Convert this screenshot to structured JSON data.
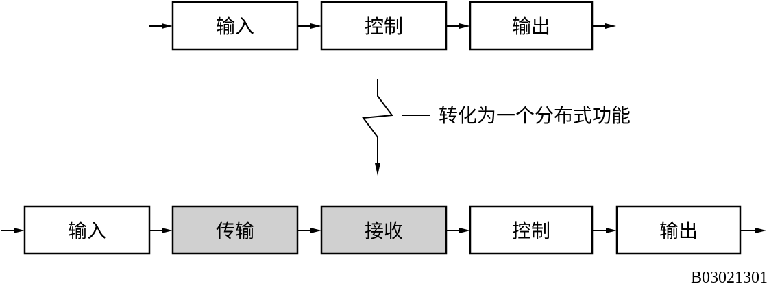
{
  "top_row": {
    "boxes": [
      {
        "label": "输入"
      },
      {
        "label": "控制"
      },
      {
        "label": "输出"
      }
    ]
  },
  "transform": {
    "annotation": "转化为一个分布式功能"
  },
  "bottom_row": {
    "boxes": [
      {
        "label": "输入",
        "highlight": false
      },
      {
        "label": "传输",
        "highlight": true
      },
      {
        "label": "接收",
        "highlight": true
      },
      {
        "label": "控制",
        "highlight": false
      },
      {
        "label": "输出",
        "highlight": false
      }
    ]
  },
  "figure_code": "B03021301",
  "colors": {
    "highlight_fill": "#d0d0d0",
    "box_fill": "#ffffff",
    "stroke": "#000000"
  }
}
